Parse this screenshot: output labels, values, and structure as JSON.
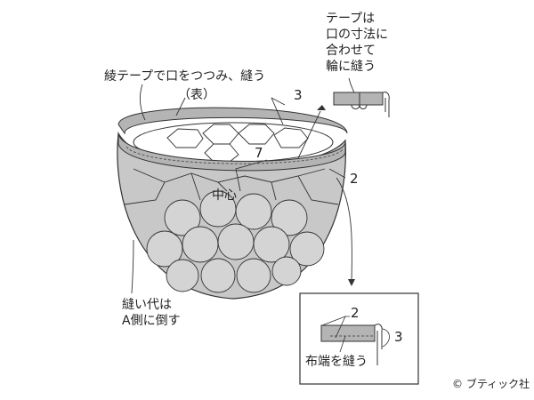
{
  "labels": {
    "bind_tape": "綾テープで口をつつみ、縫う",
    "right_side": "（表）",
    "tape_note": [
      "テープは",
      "口の寸法に",
      "合わせて",
      "輪に縫う"
    ],
    "center": "中心",
    "seam_note": [
      "縫い代は",
      "A側に倒す"
    ],
    "inset_note": "布端を縫う",
    "copyright": "© ブティック社"
  },
  "dimensions": {
    "rim_width": "3",
    "panel": "7",
    "rim_offset": "2",
    "inset_2": "2",
    "inset_3": "3"
  },
  "colors": {
    "fabric_gray": "#c8c8c8",
    "tape_gray": "#b4b4b4",
    "line": "#333333"
  }
}
